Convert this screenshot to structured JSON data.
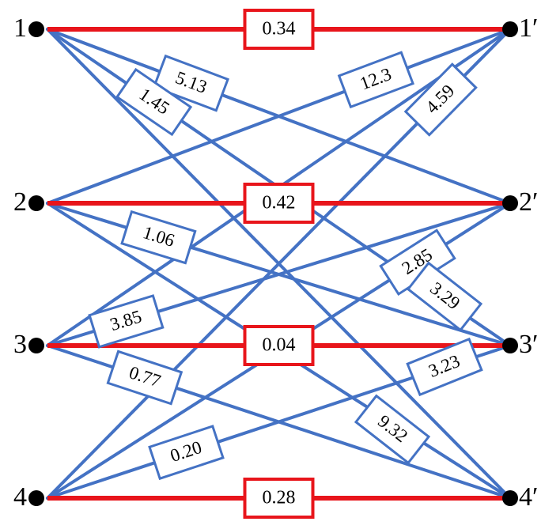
{
  "colors": {
    "matched_edge": "#e8151b",
    "other_edge": "#4472c4",
    "node": "#000000",
    "label_fill": "#ffffff"
  },
  "left_nodes": [
    "1",
    "2",
    "3",
    "4"
  ],
  "right_nodes": [
    "1′",
    "2′",
    "3′",
    "4′"
  ],
  "matched_edges": [
    {
      "from": "1",
      "to": "1′",
      "weight": "0.34"
    },
    {
      "from": "2",
      "to": "2′",
      "weight": "0.42"
    },
    {
      "from": "3",
      "to": "3′",
      "weight": "0.04"
    },
    {
      "from": "4",
      "to": "4′",
      "weight": "0.28"
    }
  ],
  "other_edges": [
    {
      "from": "1",
      "to": "2′",
      "weight": "5.13"
    },
    {
      "from": "1",
      "to": "3′",
      "weight": "1.45"
    },
    {
      "from": "1",
      "to": "4′",
      "weight": ""
    },
    {
      "from": "2",
      "to": "1′",
      "weight": "12.3"
    },
    {
      "from": "2",
      "to": "3′",
      "weight": "1.06"
    },
    {
      "from": "2",
      "to": "4′",
      "weight": ""
    },
    {
      "from": "3",
      "to": "1′",
      "weight": ""
    },
    {
      "from": "3",
      "to": "2′",
      "weight": "3.85"
    },
    {
      "from": "3",
      "to": "4′",
      "weight": "0.77"
    },
    {
      "from": "4",
      "to": "1′",
      "weight": "4.59"
    },
    {
      "from": "4",
      "to": "2′",
      "weight": "2.85"
    },
    {
      "from": "4",
      "to": "3′",
      "weight": "0.20"
    }
  ],
  "floating_labels": [
    "3.29",
    "3.23",
    "9.32"
  ]
}
